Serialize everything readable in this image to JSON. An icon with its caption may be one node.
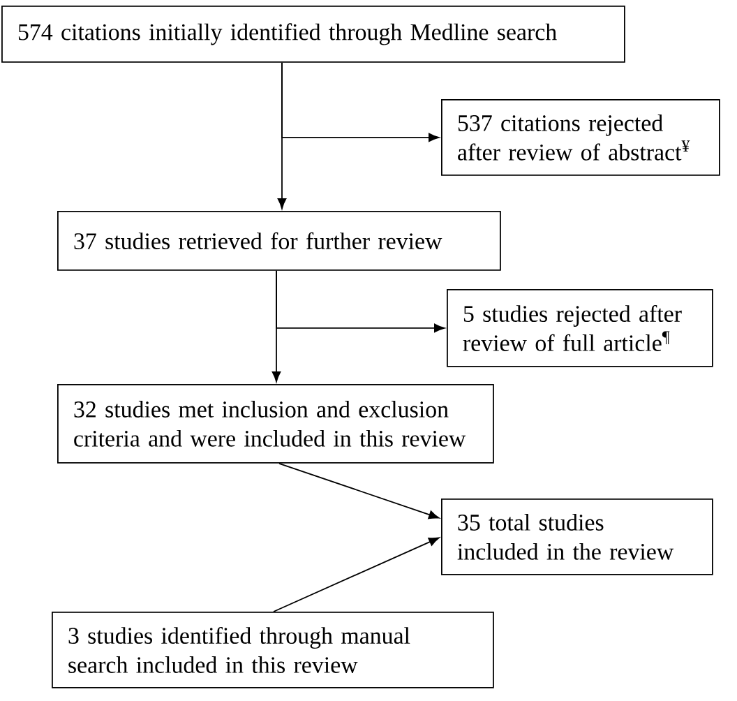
{
  "diagram": {
    "nodes": [
      {
        "text": [
          "574 citations initially identified through Medline search"
        ]
      },
      {
        "text": [
          "537 citations rejected after review of abstract$^{¥}$"
        ]
      },
      {
        "text": [
          "37 studies retrieved for further review"
        ]
      },
      {
        "text": [
          "5 studies rejected after review of full article$^{¶}$"
        ]
      },
      {
        "text": [
          "32 studies met inclusion and exclusion criteria and were included in this review"
        ]
      },
      {
        "text": [
          "35 total studies included in the review"
        ]
      },
      {
        "text": [
          "3 studies identified through manual search included in this review"
        ]
      }
    ],
    "edges": [
      {
        "from": 0,
        "to": 2,
        "arrow": "to"
      },
      {
        "from": 0,
        "to": 1,
        "arrow": "to"
      },
      {
        "from": 2,
        "to": 4,
        "arrow": "to"
      },
      {
        "from": 2,
        "to": 3,
        "arrow": "to"
      },
      {
        "from": 4,
        "to": 5,
        "arrow": "to"
      },
      {
        "from": 6,
        "to": 5,
        "arrow": "to"
      }
    ]
  }
}
